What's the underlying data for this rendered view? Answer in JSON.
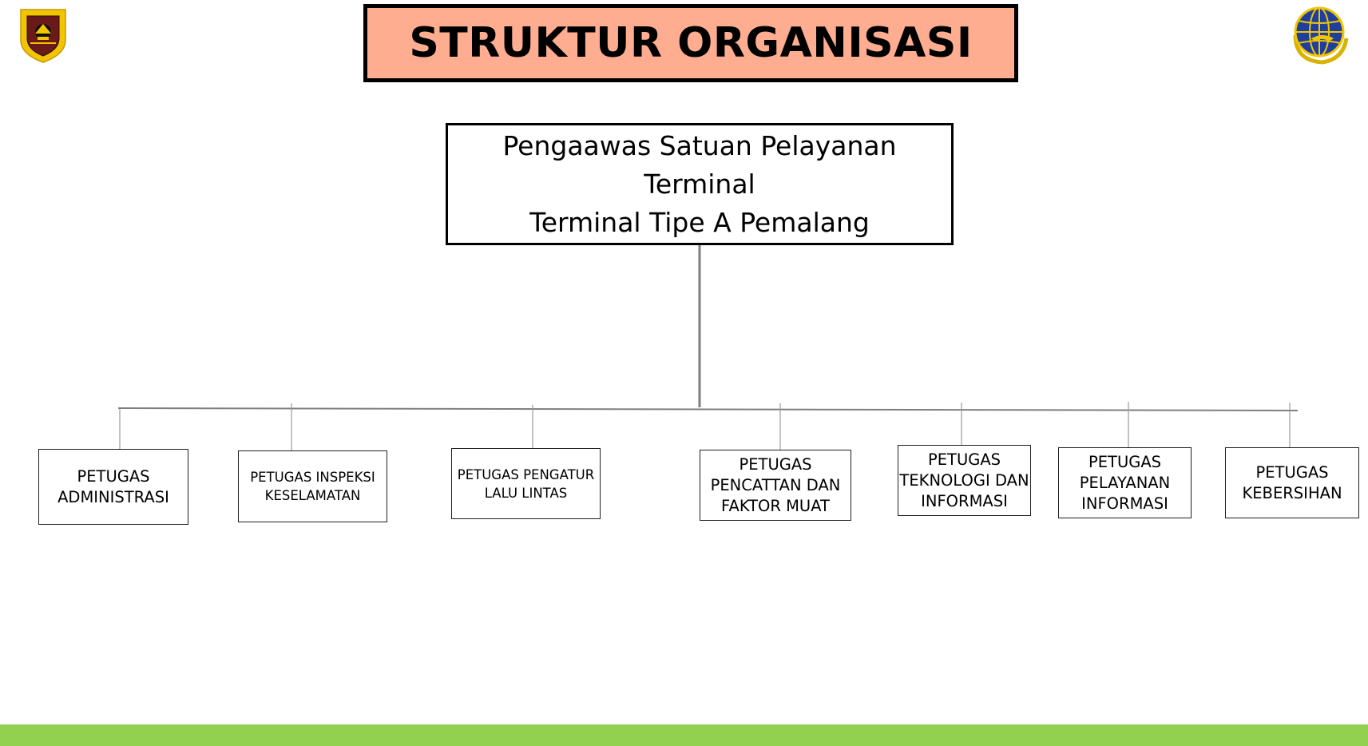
{
  "title": "STRUKTUR ORGANISASI",
  "head": {
    "line1": "Pengaawas Satuan Pelayanan",
    "line2": "Terminal",
    "line3": "Terminal Tipe A Pemalang"
  },
  "units": [
    {
      "line1": "PETUGAS",
      "line2": "ADMINISTRASI"
    },
    {
      "line1": "PETUGAS INSPEKSI",
      "line2": "KESELAMATAN"
    },
    {
      "line1": "PETUGAS PENGATUR",
      "line2": "LALU LINTAS"
    },
    {
      "line1": "PETUGAS",
      "line2": "PENCATTAN DAN",
      "line3": "FAKTOR MUAT"
    },
    {
      "line1": "PETUGAS",
      "line2": "TEKNOLOGI DAN",
      "line3": "INFORMASI"
    },
    {
      "line1": "PETUGAS",
      "line2": "PELAYANAN",
      "line3": "INFORMASI"
    },
    {
      "line1": "PETUGAS",
      "line2": "KEBERSIHAN"
    }
  ],
  "colors": {
    "title_fill": "#ffad90",
    "bottom_bar": "#92d050",
    "emblem_gold": "#f2c500",
    "globe_blue": "#1f3f9e"
  },
  "icons": {
    "left_logo": "hubdat-emblem-icon",
    "right_logo": "dephub-globe-icon"
  }
}
